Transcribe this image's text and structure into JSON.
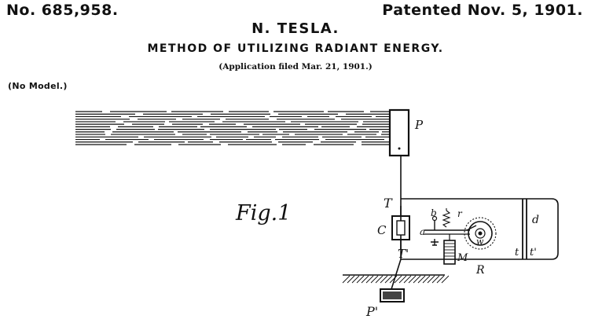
{
  "header": {
    "patent_number": "No. 685,958.",
    "patent_date": "Patented Nov. 5, 1901.",
    "inventor": "N. TESLA.",
    "title": "METHOD OF UTILIZING RADIANT ENERGY.",
    "application": "(Application filed Mar. 21, 1901.)",
    "no_model": "(No Model.)"
  },
  "figure": {
    "caption": "Fig.1",
    "labels": {
      "P": "P",
      "P_prime": "P'",
      "T": "T",
      "T_prime": "T'",
      "C": "C",
      "R": "R",
      "M": "M",
      "a": "a",
      "b": "b",
      "r": "r",
      "w": "w",
      "d": "d",
      "t": "t",
      "t_prime": "t'"
    }
  }
}
